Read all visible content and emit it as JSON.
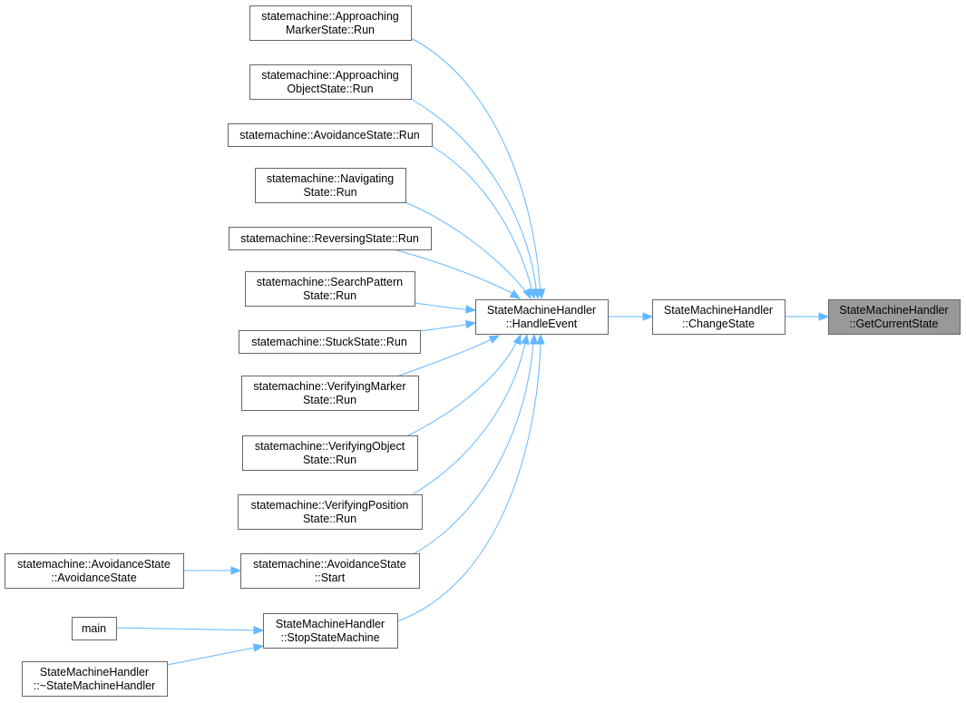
{
  "nodes": [
    {
      "id": "approaching_marker",
      "name": "node-approaching-marker-run",
      "lines": [
        "statemachine::Approaching",
        "MarkerState::Run"
      ],
      "highlight": false
    },
    {
      "id": "approaching_object",
      "name": "node-approaching-object-run",
      "lines": [
        "statemachine::Approaching",
        "ObjectState::Run"
      ],
      "highlight": false
    },
    {
      "id": "avoidance_run",
      "name": "node-avoidance-run",
      "lines": [
        "statemachine::AvoidanceState::Run"
      ],
      "highlight": false
    },
    {
      "id": "navigating",
      "name": "node-navigating-run",
      "lines": [
        "statemachine::Navigating",
        "State::Run"
      ],
      "highlight": false
    },
    {
      "id": "reversing",
      "name": "node-reversing-run",
      "lines": [
        "statemachine::ReversingState::Run"
      ],
      "highlight": false
    },
    {
      "id": "search_pattern",
      "name": "node-search-pattern-run",
      "lines": [
        "statemachine::SearchPattern",
        "State::Run"
      ],
      "highlight": false
    },
    {
      "id": "stuck",
      "name": "node-stuck-run",
      "lines": [
        "statemachine::StuckState::Run"
      ],
      "highlight": false
    },
    {
      "id": "verifying_marker",
      "name": "node-verifying-marker-run",
      "lines": [
        "statemachine::VerifyingMarker",
        "State::Run"
      ],
      "highlight": false
    },
    {
      "id": "verifying_object",
      "name": "node-verifying-object-run",
      "lines": [
        "statemachine::VerifyingObject",
        "State::Run"
      ],
      "highlight": false
    },
    {
      "id": "verifying_position",
      "name": "node-verifying-position-run",
      "lines": [
        "statemachine::VerifyingPosition",
        "State::Run"
      ],
      "highlight": false
    },
    {
      "id": "avoidance_start",
      "name": "node-avoidance-start",
      "lines": [
        "statemachine::AvoidanceState",
        "::Start"
      ],
      "highlight": false
    },
    {
      "id": "avoidance_ctor",
      "name": "node-avoidance-constructor",
      "lines": [
        "statemachine::AvoidanceState",
        "::AvoidanceState"
      ],
      "highlight": false
    },
    {
      "id": "main",
      "name": "node-main",
      "lines": [
        "main"
      ],
      "highlight": false
    },
    {
      "id": "stop_sm",
      "name": "node-stop-state-machine",
      "lines": [
        "StateMachineHandler",
        "::StopStateMachine"
      ],
      "highlight": false
    },
    {
      "id": "sm_dtor",
      "name": "node-state-machine-destructor",
      "lines": [
        "StateMachineHandler",
        "::~StateMachineHandler"
      ],
      "highlight": false
    },
    {
      "id": "handle_event",
      "name": "node-handle-event",
      "lines": [
        "StateMachineHandler",
        "::HandleEvent"
      ],
      "highlight": false
    },
    {
      "id": "change_state",
      "name": "node-change-state",
      "lines": [
        "StateMachineHandler",
        "::ChangeState"
      ],
      "highlight": false
    },
    {
      "id": "get_current_state",
      "name": "node-get-current-state",
      "lines": [
        "StateMachineHandler",
        "::GetCurrentState"
      ],
      "highlight": true
    }
  ],
  "edges": [
    {
      "from": "approaching_marker",
      "to": "handle_event"
    },
    {
      "from": "approaching_object",
      "to": "handle_event"
    },
    {
      "from": "avoidance_run",
      "to": "handle_event"
    },
    {
      "from": "navigating",
      "to": "handle_event"
    },
    {
      "from": "reversing",
      "to": "handle_event"
    },
    {
      "from": "search_pattern",
      "to": "handle_event"
    },
    {
      "from": "stuck",
      "to": "handle_event"
    },
    {
      "from": "verifying_marker",
      "to": "handle_event"
    },
    {
      "from": "verifying_object",
      "to": "handle_event"
    },
    {
      "from": "verifying_position",
      "to": "handle_event"
    },
    {
      "from": "avoidance_start",
      "to": "handle_event"
    },
    {
      "from": "stop_sm",
      "to": "handle_event"
    },
    {
      "from": "avoidance_ctor",
      "to": "avoidance_start"
    },
    {
      "from": "main",
      "to": "stop_sm"
    },
    {
      "from": "sm_dtor",
      "to": "stop_sm"
    },
    {
      "from": "handle_event",
      "to": "change_state"
    },
    {
      "from": "change_state",
      "to": "get_current_state"
    }
  ],
  "colors": {
    "edge": "#63b8ff",
    "node_border": "#666666",
    "node_fill": "#ffffff",
    "highlight_fill": "#999999"
  }
}
